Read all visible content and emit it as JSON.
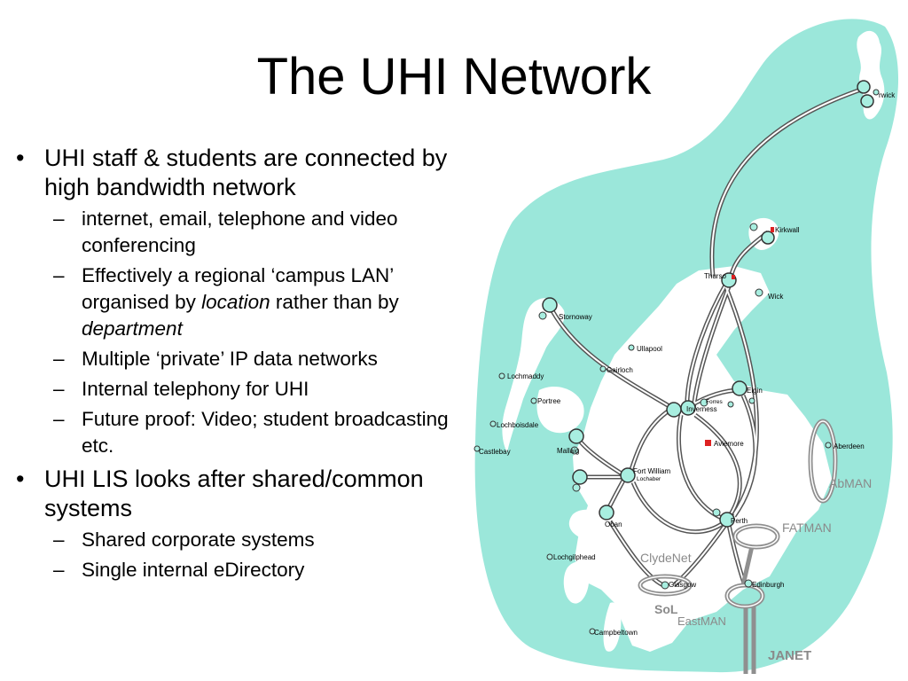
{
  "title": "The UHI Network",
  "bullets": [
    {
      "text": "UHI staff & students are connected by high bandwidth network",
      "sub": [
        {
          "parts": [
            {
              "t": "internet, email, telephone and video conferencing",
              "em": false
            }
          ]
        },
        {
          "parts": [
            {
              "t": "Effectively a regional ‘campus LAN’ organised by ",
              "em": false
            },
            {
              "t": "location",
              "em": true
            },
            {
              "t": " rather than by ",
              "em": false
            },
            {
              "t": "department",
              "em": true
            }
          ]
        },
        {
          "parts": [
            {
              "t": "Multiple ‘private’ IP data networks",
              "em": false
            }
          ]
        },
        {
          "parts": [
            {
              "t": "Internal telephony for UHI",
              "em": false
            }
          ]
        },
        {
          "parts": [
            {
              "t": "Future proof: Video; student broadcasting etc.",
              "em": false
            }
          ]
        }
      ]
    },
    {
      "text": "UHI LIS looks after shared/common systems",
      "sub": [
        {
          "parts": [
            {
              "t": "Shared corporate systems",
              "em": false
            }
          ]
        },
        {
          "parts": [
            {
              "t": "Single internal eDirectory",
              "em": false
            }
          ]
        }
      ]
    }
  ],
  "map": {
    "places": {
      "lerwick": "rwick",
      "kirkwall": "Kirkwall",
      "thurso": "Thurso",
      "wick": "Wick",
      "stornoway": "Stornoway",
      "ullapool": "Ullapool",
      "gairloch": "Gairloch",
      "lochmaddy": "Lochmaddy",
      "portree": "Portree",
      "inverness": "Inverness",
      "forres": "Forres",
      "elgin": "Elgin",
      "lochboisdale": "Lochboisdale",
      "mallaig": "Mallaig",
      "aviemore": "Aviemore",
      "castlebay": "Castlebay",
      "fort_william": "Fort William",
      "lochaber": "Lochaber",
      "aberdeen": "Aberdeen",
      "oban": "Oban",
      "perth": "Perth",
      "lochgilphead": "Lochgilphead",
      "glasgow": "Glasgow",
      "edinburgh": "Edinburgh",
      "campbeltown": "Campbeltown"
    },
    "networks": {
      "abman": "AbMAN",
      "fatman": "FATMAN",
      "clydenet": "ClydeNet",
      "sol": "SoL",
      "eastman": "EastMAN",
      "janet": "JANET"
    },
    "colors": {
      "sea": "#9be7da",
      "land": "#ffffff",
      "link": "#555555",
      "node": "#a8eee0",
      "metro": "#8f8f8f",
      "site": "#dd2222"
    }
  }
}
